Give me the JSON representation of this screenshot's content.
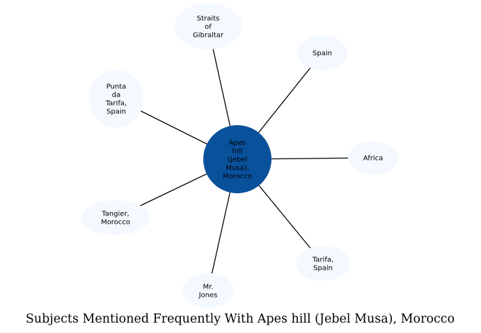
{
  "diagram": {
    "caption": "Subjects Mentioned Frequently With Apes hill (Jebel Musa), Morocco",
    "center": {
      "lines": [
        "Apes",
        "hill",
        "(Jebel",
        "Musa),",
        "Morocco"
      ],
      "fill": "#0a519c"
    },
    "leaf_fill": "#f4f9ff",
    "edge_color": "#000000",
    "nodes": [
      {
        "id": "straits-of-gibraltar",
        "lines": [
          "Straits",
          "of",
          "Gibraltar"
        ]
      },
      {
        "id": "spain",
        "lines": [
          "Spain"
        ]
      },
      {
        "id": "punta-da-tarifa-spain",
        "lines": [
          "Punta",
          "da",
          "Tarifa,",
          "Spain"
        ]
      },
      {
        "id": "africa",
        "lines": [
          "Africa"
        ]
      },
      {
        "id": "tangier-morocco",
        "lines": [
          "Tangier,",
          "Morocco"
        ]
      },
      {
        "id": "tarifa-spain",
        "lines": [
          "Tarifa,",
          "Spain"
        ]
      },
      {
        "id": "mr-jones",
        "lines": [
          "Mr.",
          "Jones"
        ]
      }
    ]
  }
}
